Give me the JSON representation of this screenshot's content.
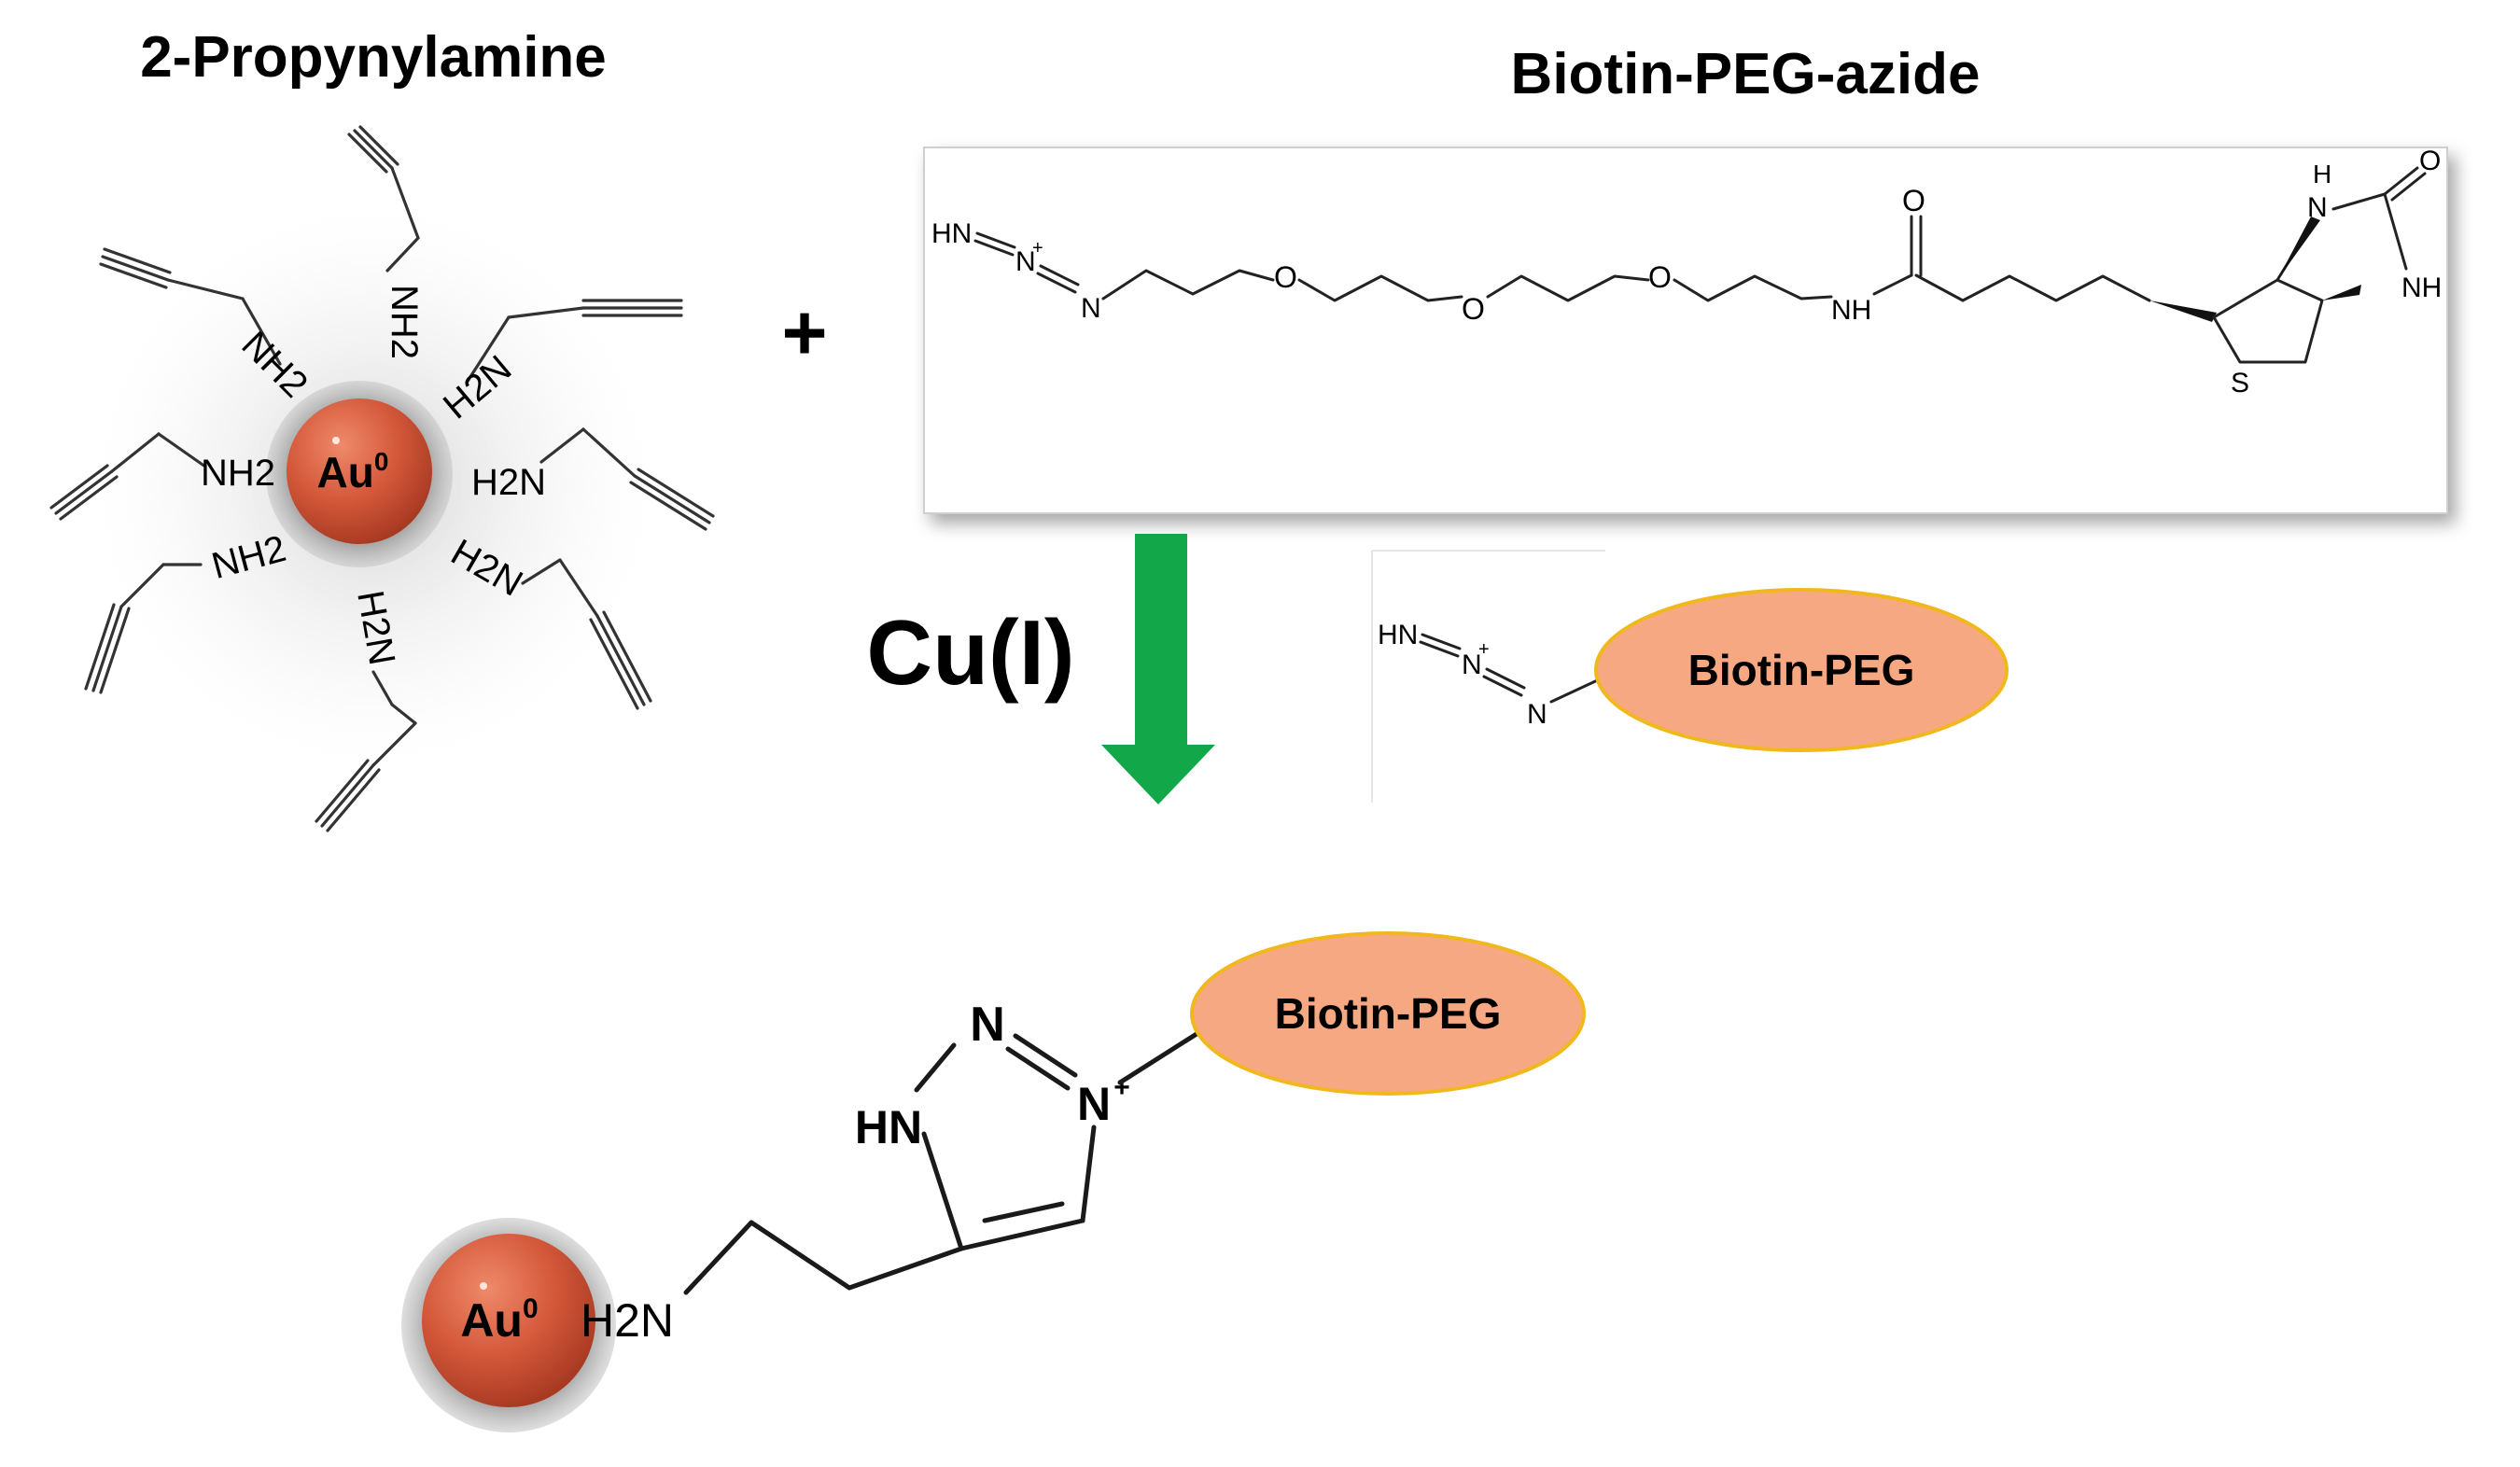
{
  "labels": {
    "propynylamine_title": "2-Propynylamine",
    "biotin_title": "Biotin-PEG-azide",
    "plus": "+",
    "catalyst": "Cu(I)",
    "legend_ellipse": "Biotin-PEG",
    "product_ellipse": "Biotin-PEG"
  },
  "nanoparticle": {
    "label": "Au",
    "superscript": "0",
    "amine_labels": [
      "NH2",
      "NH2",
      "H2N",
      "H2N",
      "H2N",
      "H2N",
      "NH2",
      "NH2"
    ]
  },
  "biotin_structure": {
    "atoms": {
      "hn": "HN",
      "n_plus": "N",
      "plus": "+",
      "n_end": "N",
      "o1": "O",
      "o2": "O",
      "o3": "O",
      "nh_amide": "NH",
      "o_carbonyl": "O",
      "h_top": "H",
      "n_ring": "N",
      "o_urea": "O",
      "nh_ring": "NH",
      "s_ring": "S"
    }
  },
  "legend_azide": {
    "hn": "HN",
    "n_plus": "N",
    "plus": "+",
    "n_end": "N"
  },
  "product": {
    "triazole": {
      "n_top": "N",
      "hn": "HN",
      "n_plus": "N",
      "plus": "+"
    },
    "amine": "H2N",
    "np_label": "Au",
    "np_superscript": "0"
  },
  "colors": {
    "gold_core": "#d4583a",
    "gold_shell": "#8a8a8a",
    "ellipse_fill": "#f6a882",
    "ellipse_stroke": "#f0b81c",
    "arrow": "#12a84a"
  }
}
